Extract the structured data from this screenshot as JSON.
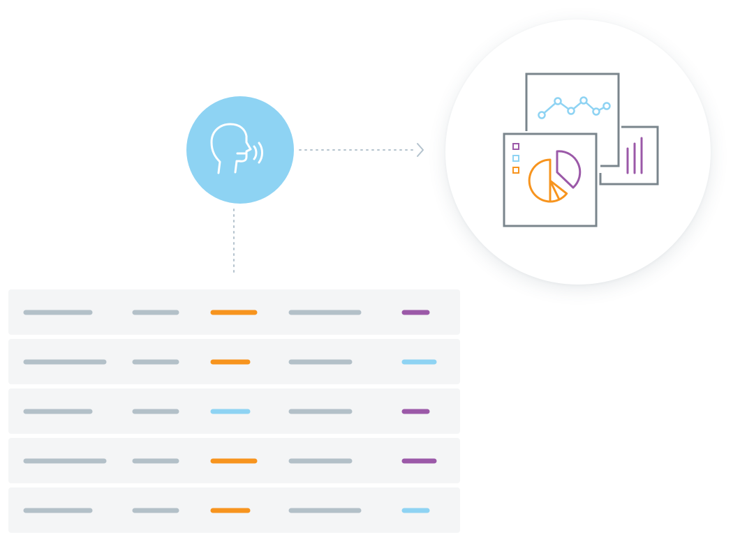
{
  "colors": {
    "voice_bubble": "#8ed3f3",
    "connector": "#b3c2cd",
    "panel_stroke": "#7a858c",
    "bar_gray": "#b3c0c8",
    "orange": "#f7941e",
    "blue": "#8ed3f3",
    "purple": "#9b59a8",
    "row_background": "#f4f5f6"
  },
  "icons": {
    "voice": "speaking-head-icon",
    "dashboard": "dashboard-charts-icon",
    "arrow": "chevron-right-icon"
  },
  "rows": [
    {
      "accent": "orange",
      "status": "purple"
    },
    {
      "accent": "orange",
      "status": "blue"
    },
    {
      "accent": "blue",
      "status": "purple"
    },
    {
      "accent": "orange",
      "status": "purple"
    },
    {
      "accent": "orange",
      "status": "blue"
    }
  ]
}
